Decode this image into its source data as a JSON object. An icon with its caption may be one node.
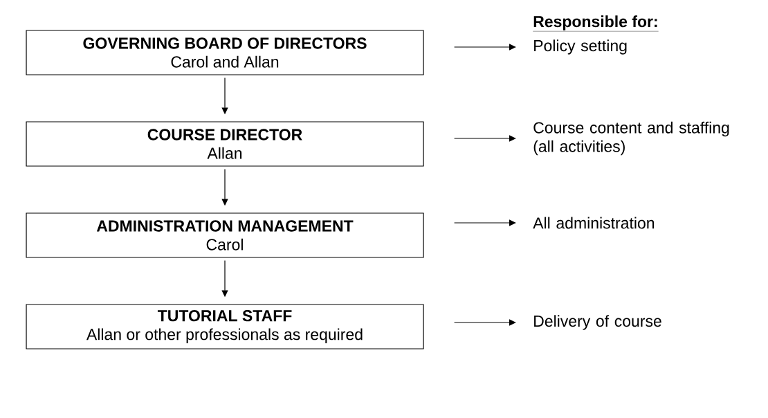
{
  "diagram": {
    "nodes": [
      {
        "text": [
          "GOVERNING BOARD OF DIRECTORS",
          "Carol and Allan"
        ]
      },
      {
        "text": [
          "COURSE DIRECTOR",
          "Allan"
        ]
      },
      {
        "text": [
          "ADMINISTRATION MANAGEMENT",
          "Carol"
        ]
      },
      {
        "text": [
          "TUTORIAL STAFF",
          "Allan or other professionals as required"
        ]
      },
      {
        "text": [
          "Policy setting"
        ]
      },
      {
        "text": [
          "Course content and staffing (all activities)"
        ]
      },
      {
        "text": [
          "All administration"
        ]
      },
      {
        "text": [
          "Delivery of course"
        ]
      }
    ],
    "edges": [
      {
        "from": 0,
        "to": 1,
        "arrow": "to"
      },
      {
        "from": 1,
        "to": 2,
        "arrow": "to"
      },
      {
        "from": 2,
        "to": 3,
        "arrow": "to"
      },
      {
        "from": 0,
        "to": 4,
        "arrow": "to"
      },
      {
        "from": 1,
        "to": 5,
        "arrow": "to"
      },
      {
        "from": 2,
        "to": 6,
        "arrow": "to"
      },
      {
        "from": 3,
        "to": 7,
        "arrow": "to"
      }
    ],
    "labels": [
      "Responsible for:"
    ]
  }
}
